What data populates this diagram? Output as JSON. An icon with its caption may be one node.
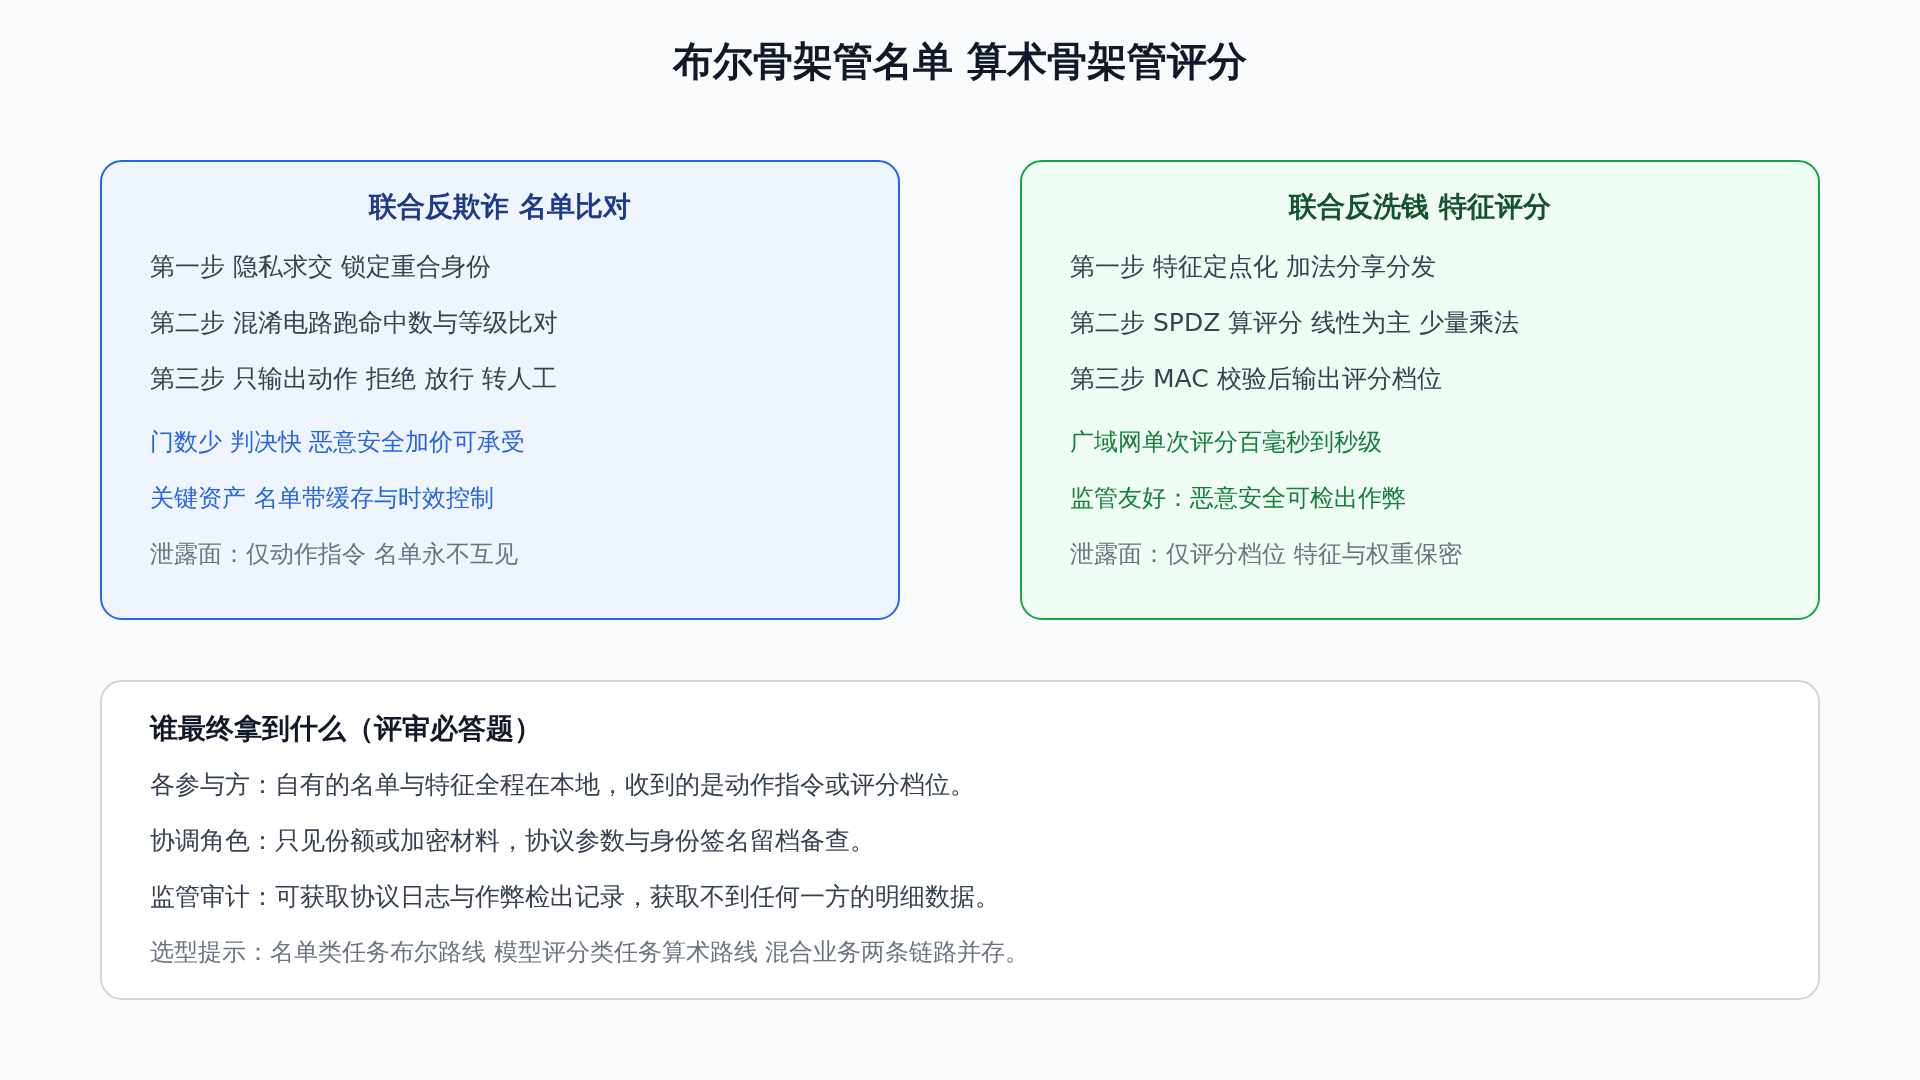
{
  "diagram": {
    "title": "布尔骨架管名单 算术骨架管评分",
    "nodes": [
      {
        "text": [
          "联合反欺诈 名单比对",
          "第一步 隐私求交 锁定重合身份",
          "第二步 混淆电路跑命中数与等级比对",
          "第三步 只输出动作 拒绝 放行 转人工",
          "门数少 判决快 恶意安全加价可承受",
          "关键资产 名单带缓存与时效控制",
          "泄露面：仅动作指令 名单永不互见"
        ]
      },
      {
        "text": [
          "联合反洗钱 特征评分",
          "第一步 特征定点化 加法分享分发",
          "第二步 SPDZ 算评分 线性为主 少量乘法",
          "第三步 MAC 校验后输出评分档位",
          "广域网单次评分百毫秒到秒级",
          "监管友好：恶意安全可检出作弊",
          "泄露面：仅评分档位 特征与权重保密"
        ]
      },
      {
        "text": [
          "谁最终拿到什么（评审必答题）",
          "各参与方：自有的名单与特征全程在本地，收到的是动作指令或评分档位。",
          "协调角色：只见份额或加密材料，协议参数与身份签名留档备查。",
          "监管审计：可获取协议日志与作弊检出记录，获取不到任何一方的明细数据。",
          "选型提示：名单类任务布尔路线 模型评分类任务算术路线 混合业务两条链路并存。"
        ]
      }
    ]
  }
}
